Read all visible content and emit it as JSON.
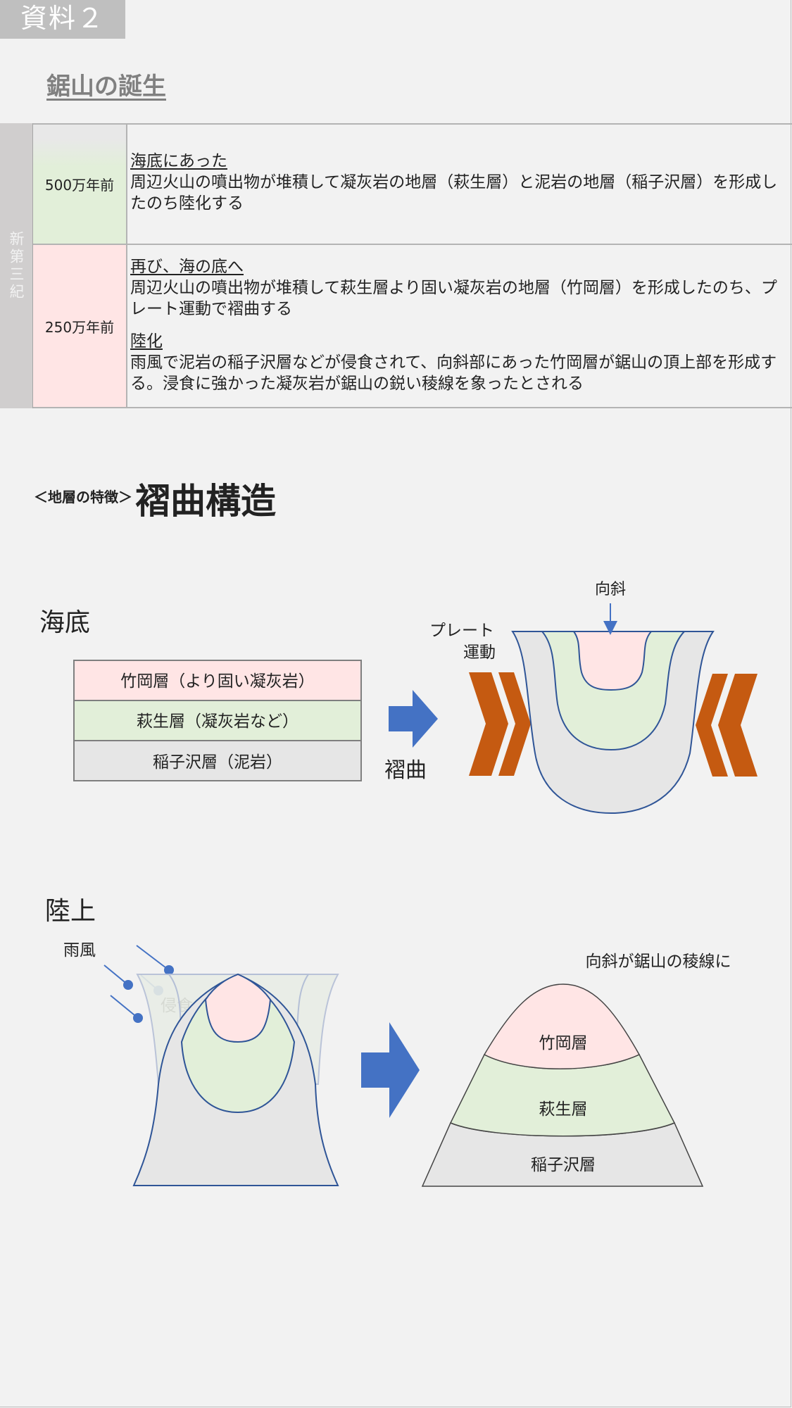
{
  "header": {
    "badge": "資料２",
    "title": "鋸山の誕生"
  },
  "timeline": {
    "era": "新第三紀",
    "rows": [
      {
        "age": "500万年前",
        "sections": [
          {
            "heading": "海底にあった",
            "body": "周辺火山の噴出物が堆積して凝灰岩の地層（萩生層）と泥岩の地層（稲子沢層）を形成したのち陸化する"
          }
        ]
      },
      {
        "age": "250万年前",
        "sections": [
          {
            "heading": "再び、海の底へ",
            "body": "周辺火山の噴出物が堆積して萩生層より固い凝灰岩の地層（竹岡層）を形成したのち、プレート運動で褶曲する"
          },
          {
            "heading": "陸化",
            "body": "雨風で泥岩の稲子沢層などが侵食されて、向斜部にあった竹岡層が鋸山の頂上部を形成する。浸食に強かった凝灰岩が鋸山の鋭い稜線を象ったとされる"
          }
        ]
      }
    ]
  },
  "feature": {
    "sub": "＜地層の特徴＞",
    "main": "褶曲構造"
  },
  "diagram": {
    "seabed_label": "海底",
    "layers": [
      "竹岡層（より固い凝灰岩）",
      "萩生層（凝灰岩など）",
      "稲子沢層（泥岩）"
    ],
    "fold_label": "褶曲",
    "plate_label_1": "プレート",
    "plate_label_2": "運動",
    "syncline_label": "向斜",
    "land_label": "陸上",
    "rainwind_label": "雨風",
    "erosion_label": "侵食",
    "result_caption": "向斜が鋸山の稜線に",
    "mountain_layers": [
      "竹岡層",
      "萩生層",
      "稲子沢層"
    ]
  },
  "colors": {
    "pink": "#ffe5e5",
    "green": "#e2efd9",
    "gray": "#e6e6e6",
    "blue": "#4472c4",
    "orange": "#c55a11",
    "outline": "#2f5597"
  }
}
